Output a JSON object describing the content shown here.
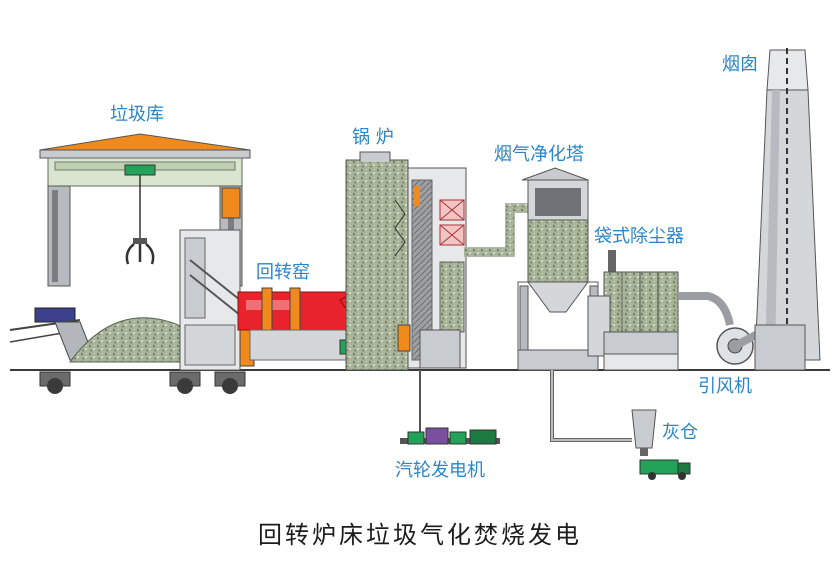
{
  "labels": {
    "waste_bunker": "垃圾库",
    "boiler": "锅 炉",
    "flue_gas_tower": "烟气净化塔",
    "rotary_kiln": "回转窑",
    "bag_filter": "袋式除尘器",
    "chimney": "烟囱",
    "induced_fan": "引风机",
    "ash_silo": "灰仓",
    "turbine_generator": "汽轮发电机"
  },
  "caption": "回转炉床垃圾气化焚烧发电",
  "colors": {
    "label": "#2a86c9",
    "caption": "#1c1c1c",
    "kiln_red": "#e8232b",
    "accent_orange": "#f08a1c",
    "steel_gray": "#c8ccd0",
    "dark_gray": "#6b6b6b",
    "gravel": "#a9b59a",
    "generator_green": "#23a35a",
    "generator_purple": "#7a4fa0",
    "crane_green": "#d9e6cf"
  },
  "icons": [
    "crane-grab-icon",
    "truck-icon",
    "fan-icon"
  ]
}
